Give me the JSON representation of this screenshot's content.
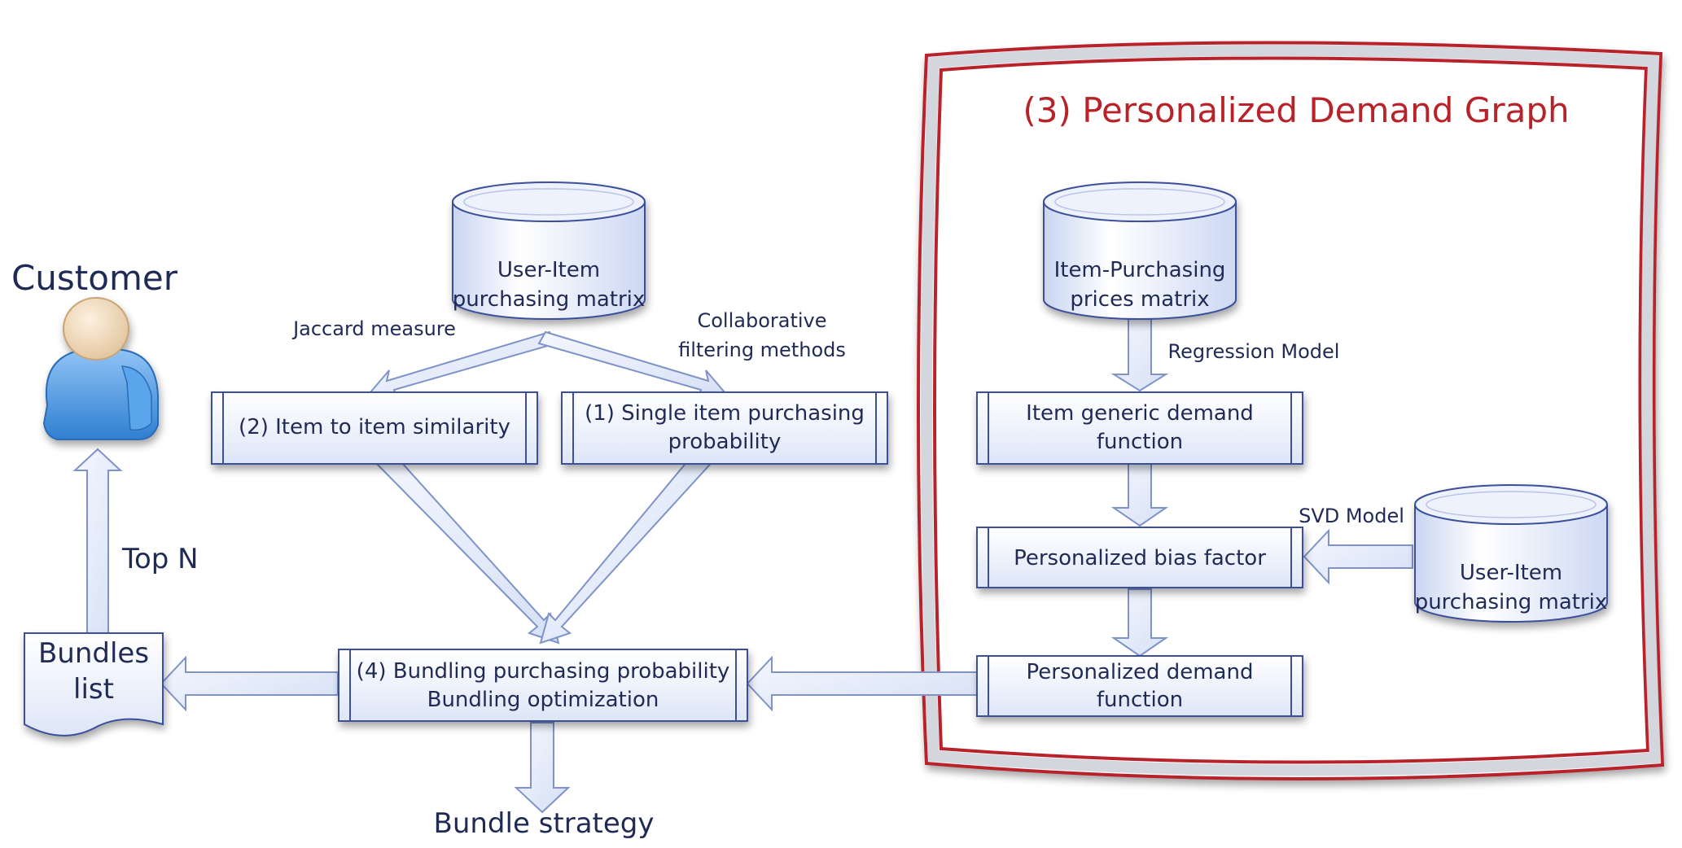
{
  "diagram": {
    "frame_title": "(3) Personalized Demand Graph",
    "customer": "Customer",
    "top_n": "Top N",
    "bundles_list": [
      "Bundles",
      "list"
    ],
    "bundle_strategy": "Bundle strategy",
    "databases": {
      "user_item_main": [
        "User-Item",
        "purchasing matrix"
      ],
      "item_prices": [
        "Item-Purchasing",
        "prices matrix"
      ],
      "user_item_right": [
        "User-Item",
        "purchasing matrix"
      ]
    },
    "boxes": {
      "item_similarity": [
        "(2) Item to item similarity"
      ],
      "single_item": [
        "(1) Single item purchasing",
        "probability"
      ],
      "bundling": [
        "(4) Bundling purchasing probability",
        "Bundling optimization"
      ],
      "generic_demand": [
        "Item generic demand",
        "function"
      ],
      "bias_factor": [
        "Personalized bias factor"
      ],
      "personalized_demand": [
        "Personalized demand",
        "function"
      ]
    },
    "edge_labels": {
      "jaccard": "Jaccard measure",
      "collaborative": [
        "Collaborative",
        "filtering methods"
      ],
      "regression": "Regression Model",
      "svd": "SVD Model"
    }
  },
  "colors": {
    "frame_red": "#b8232a",
    "frame_gray": "#c9ccd6",
    "box_border": "#3a4f9a",
    "box_fill_top": "#ffffff",
    "box_fill_bottom": "#dfe6f8",
    "text_dark": "#1f2a55",
    "arrow_fill": "#e4eaf8",
    "arrow_stroke": "#7f93c8"
  }
}
